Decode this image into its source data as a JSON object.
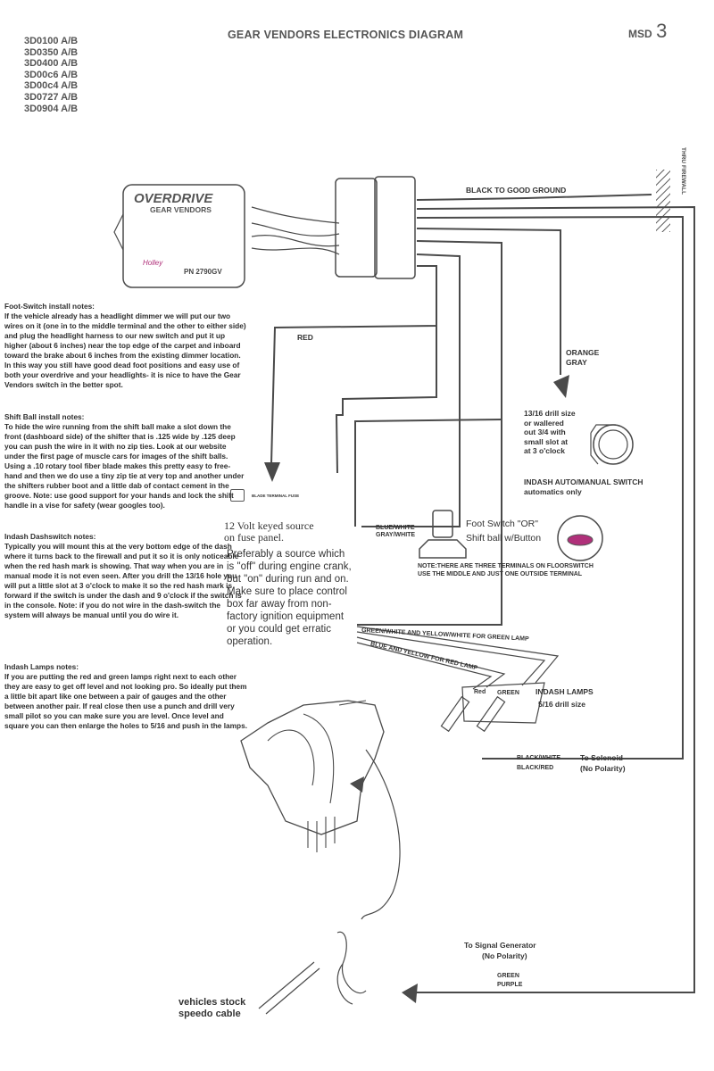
{
  "header": {
    "title": "GEAR VENDORS ELECTRONICS DIAGRAM",
    "msd_label": "MSD",
    "msd_number": "3",
    "part_numbers": [
      "3D0100 A/B",
      "3D0350 A/B",
      "3D0400 A/B",
      "3D00c6 A/B",
      "3D00c4 A/B",
      "3D0727 A/B",
      "3D0904 A/B"
    ]
  },
  "control_box": {
    "brand": "OVERDRIVE",
    "sub_brand": "GEAR VENDORS",
    "maker": "Holley",
    "part_number": "PN 2790GV"
  },
  "notes": [
    {
      "title": "Foot-Switch install notes:",
      "text": "If the vehicle already has a headlight dimmer we will put our two wires on it (one in to the middle terminal and the other to either side) and plug the headlight harness to our new switch and put it up higher (about 6 inches) near the top edge of the carpet and inboard toward the brake about 6 inches from the existing dimmer location. In this way you still have good dead foot positions and easy use of both your overdrive and your headlights- it is nice to have the Gear Vendors switch in the better spot."
    },
    {
      "title": "Shift Ball install notes:",
      "text": "To hide the wire running from the shift ball make a slot down the front (dashboard side) of the shifter that is .125 wide by .125 deep you can push the wire in it with no zip ties. Look at our website under the first page of muscle cars for images of the shift balls. Using a .10 rotary tool fiber blade makes this pretty easy to free-hand and then we do use a tiny zip tie at very top and another under the shifters rubber boot and a little dab of contact cement in the groove. Note: use good support for your hands and lock the shift handle in a vise for safety (wear googles too)."
    },
    {
      "title": "Indash Dashswitch notes:",
      "text": "Typically you will mount this at the very bottom edge of the dash where it turns back to the firewall and put it so it is only noticeable when the red hash mark is showing. That way when you are in manual mode it is not even seen. After you drill the 13/16 hole you will put a little slot at 3 o'clock to make it so the red hash mark is forward if the switch is under the dash and 9 o'clock if the switch is in the console. Note: if you do not wire in the dash-switch the system will always be manual until you do wire it."
    },
    {
      "title": "Indash Lamps notes:",
      "text": "If you are putting the red and green lamps right next to each other they are easy to get off level and not looking pro. So ideally put them a little bit apart like one between a pair of gauges and the other between another pair. If real close then use a punch and drill very small pilot so you can make sure you are level. Once level and square you can then enlarge the holes to 5/16 and push in the lamps."
    }
  ],
  "labels": {
    "black_ground": "BLACK TO GOOD GROUND",
    "firewall": "THRU FIREWALL",
    "red": "RED",
    "orange": "ORANGE",
    "gray": "GRAY",
    "fuse_tap": "BLADE TERMINAL FUSE",
    "fuse_source_1": "12 Volt keyed source",
    "fuse_source_2": "on fuse panel.",
    "fuse_note": "Preferably a source which is \"off\" during engine crank, but \"on\" during run and on. Make sure to place control box far away from non-factory ignition equipment or you could get erratic operation.",
    "dash_switch_drill": [
      "13/16 drill size",
      "or wallered",
      "out 3/4 with",
      "small slot at",
      "at 3 o'clock"
    ],
    "dash_switch_title": "INDASH AUTO/MANUAL SWITCH",
    "dash_switch_sub": "automatics only",
    "blue_white": "BLUE/WHITE",
    "gray_white": "GRAY/WHITE",
    "foot_switch": "Foot Switch   \"OR\"",
    "shift_ball": "Shift ball w/Button",
    "terminal_note_1": "NOTE:THERE ARE THREE TERMINALS ON FLOORSWITCH",
    "terminal_note_2": "USE THE MIDDLE AND JUST ONE OUTSIDE TERMINAL",
    "green_lamp_wires": "GREEN/WHITE AND YELLOW/WHITE FOR GREEN LAMP",
    "red_lamp_wires": "BLUE AND YELLOW FOR RED LAMP",
    "lamp_red": "Red",
    "lamp_green": "GREEN",
    "indash_lamps": "INDASH LAMPS",
    "lamp_drill": "5/16 drill size",
    "black_white": "BLACK/WHITE",
    "black_red": "BLACK/RED",
    "to_solenoid": "To Solenoid",
    "no_polarity": "(No Polarity)",
    "signal_gen": "To Signal Generator",
    "signal_no_polarity": "(No Polarity)",
    "green": "GREEN",
    "purple": "PURPLE",
    "speedo_1": "vehicles stock",
    "speedo_2": "speedo cable"
  },
  "colors": {
    "ink": "#3a3a3a",
    "wire": "#4a4a4a",
    "accent_logo": "#b0307a"
  }
}
